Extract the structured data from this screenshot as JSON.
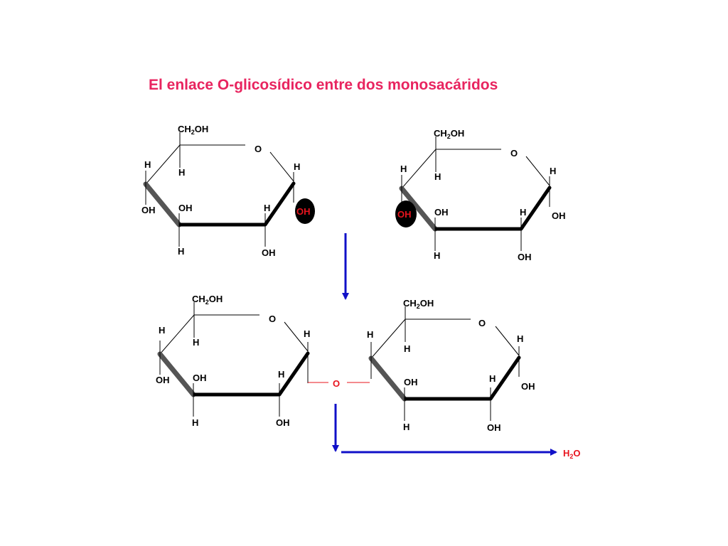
{
  "title": "El enlace O-glicosídico entre dos monosacáridos",
  "colors": {
    "title": "#e8245f",
    "highlight": "#e8141e",
    "arrow": "#1010c8",
    "bond": "#000000",
    "highlight_blob": "#000000"
  },
  "sugars": {
    "top_left": {
      "ch2oh_prefix": "CH",
      "ch2oh_sub": "2",
      "ch2oh_suffix": "OH",
      "ring_o": "O",
      "c5_h": "H",
      "c4_h": "H",
      "c4_oh": "OH",
      "c3_oh": "OH",
      "c3_h": "H",
      "c2_h": "H",
      "c2_oh": "OH",
      "c1_h": "H",
      "c1_oh": "OH"
    },
    "top_right": {
      "ch2oh_prefix": "CH",
      "ch2oh_sub": "2",
      "ch2oh_suffix": "OH",
      "ring_o": "O",
      "c5_h": "H",
      "c4_h": "H",
      "c4_oh": "OH",
      "c3_oh": "OH",
      "c3_h": "H",
      "c2_h": "H",
      "c2_oh": "OH",
      "c1_h": "H",
      "c1_oh": "OH"
    },
    "bottom_left": {
      "ch2oh_prefix": "CH",
      "ch2oh_sub": "2",
      "ch2oh_suffix": "OH",
      "ring_o": "O",
      "c5_h": "H",
      "c4_h": "H",
      "c4_oh": "OH",
      "c3_oh": "OH",
      "c3_h": "H",
      "c2_h": "H",
      "c2_oh": "OH",
      "c1_h": "H"
    },
    "bottom_right": {
      "ch2oh_prefix": "CH",
      "ch2oh_sub": "2",
      "ch2oh_suffix": "OH",
      "ring_o": "O",
      "c5_h": "H",
      "c4_h": "H",
      "c3_oh": "OH",
      "c3_h": "H",
      "c2_h": "H",
      "c2_oh": "OH",
      "c1_h": "H",
      "c1_oh": "OH"
    }
  },
  "glycosidic_o": "O",
  "water": {
    "prefix": "H",
    "sub": "2",
    "suffix": "O"
  }
}
